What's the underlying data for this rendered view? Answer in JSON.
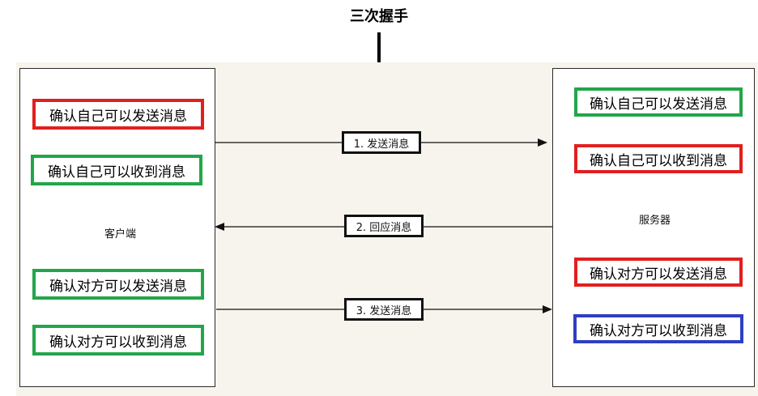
{
  "title": "三次握手",
  "client": {
    "label": "客户端",
    "items": [
      {
        "text": "确认自己可以发送消息",
        "color": "#e0201f"
      },
      {
        "text": "确认自己可以收到消息",
        "color": "#22a64a"
      },
      {
        "text": "确认对方可以发送消息",
        "color": "#22a64a"
      },
      {
        "text": "确认对方可以收到消息",
        "color": "#22a64a"
      }
    ]
  },
  "server": {
    "label": "服务器",
    "items": [
      {
        "text": "确认自己可以发送消息",
        "color": "#22a64a"
      },
      {
        "text": "确认自己可以收到消息",
        "color": "#e0201f"
      },
      {
        "text": "确认对方可以发送消息",
        "color": "#e0201f"
      },
      {
        "text": "确认对方可以收到消息",
        "color": "#2e3fc2"
      }
    ]
  },
  "messages": [
    {
      "label": "1. 发送消息",
      "direction": "client-to-server",
      "color": "#e0201f"
    },
    {
      "label": "2. 回应消息",
      "direction": "server-to-client",
      "color": "#22a64a"
    },
    {
      "label": "3. 发送消息",
      "direction": "client-to-server",
      "color": "#2e3fc2"
    }
  ]
}
